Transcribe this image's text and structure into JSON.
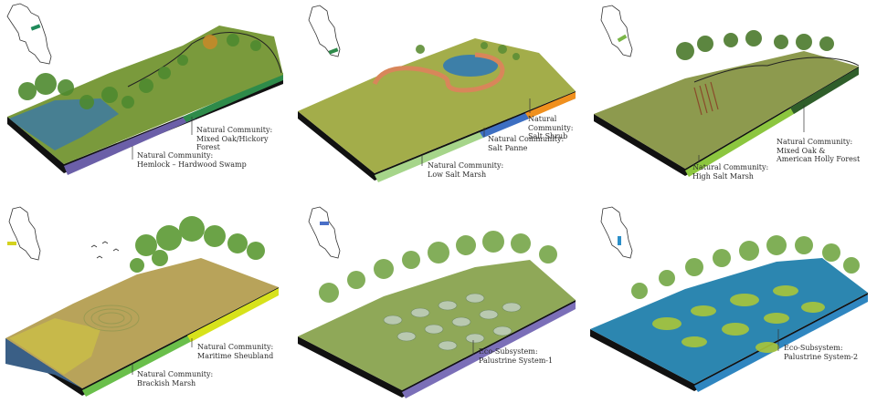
{
  "panels": [
    {
      "id": "p1",
      "inset_color": "#1f8a5a",
      "bands": [
        "#6b5fa8",
        "#2e8b4a"
      ],
      "labels": [
        {
          "text": "Natural Community:\nMixed Oak/Hickory Forest"
        },
        {
          "text": "Natural Community:\nHemlock – Hardwood Swamp"
        }
      ]
    },
    {
      "id": "p2",
      "inset_color": "#2e8b4a",
      "bands": [
        "#a6d58a",
        "#3d6fc2",
        "#f0901e"
      ],
      "labels": [
        {
          "text": "Natural Community:\nSalt Shrub"
        },
        {
          "text": "Natural Community:\nSalt Panne"
        },
        {
          "text": "Natural Community:\nLow Salt Marsh"
        }
      ]
    },
    {
      "id": "p3",
      "inset_color": "#7ab648",
      "bands": [
        "#8cc63f",
        "#2f5e2a"
      ],
      "labels": [
        {
          "text": "Natural Community:\nMixed Oak &\nAmerican Holly Forest"
        },
        {
          "text": "Natural Community:\nHigh Salt Marsh"
        }
      ]
    },
    {
      "id": "p4",
      "inset_color": "#d4d21e",
      "bands": [
        "#6abf4b",
        "#d7e21b"
      ],
      "labels": [
        {
          "text": "Natural Community:\nMaritime Sheubland"
        },
        {
          "text": "Natural Community:\nBrackish Marsh"
        }
      ]
    },
    {
      "id": "p5",
      "inset_color": "#4a6fc7",
      "bands": [
        "#7b6fb8"
      ],
      "labels": [
        {
          "text": "Eco-Subsystem:\nPalustrine System-1"
        }
      ]
    },
    {
      "id": "p6",
      "inset_color": "#2c8fc9",
      "bands": [
        "#2f86c0"
      ],
      "labels": [
        {
          "text": "Eco-Subsystem:\nPalustrine System-2"
        }
      ]
    }
  ]
}
